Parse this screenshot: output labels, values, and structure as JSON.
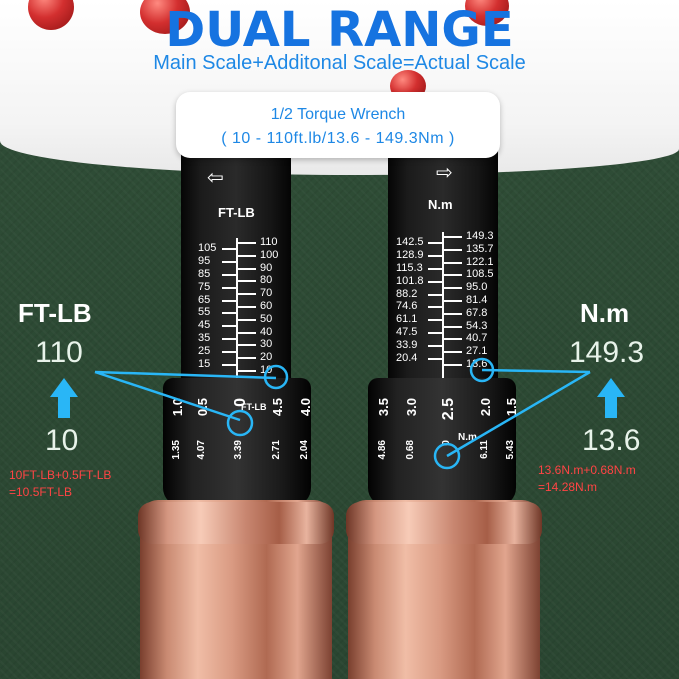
{
  "title": "DUAL RANGE",
  "subtitle": "Main Scale+Additonal Scale=Actual Scale",
  "spec": {
    "line1": "1/2 Torque Wrench",
    "line2": "( 10 - 110ft.lb/13.6 - 149.3Nm )"
  },
  "left_wrench": {
    "unit_label": "FT-LB",
    "scale_left": [
      "105",
      "95",
      "85",
      "75",
      "65",
      "55",
      "45",
      "35",
      "25",
      "15"
    ],
    "scale_right": [
      "110",
      "100",
      "90",
      "80",
      "70",
      "60",
      "50",
      "40",
      "30",
      "20",
      "10"
    ],
    "sleeve_marks": [
      "1.0",
      "0.5",
      "0",
      "4.5",
      "4.0"
    ],
    "sleeve_sub": [
      "1.35",
      "4.07",
      "3.39",
      "2.71",
      "2.04"
    ],
    "sleeve_unit": "FT-LB"
  },
  "right_wrench": {
    "unit_label": "N.m",
    "scale_left": [
      "142.5",
      "128.9",
      "115.3",
      "101.8",
      "88.2",
      "74.6",
      "61.1",
      "47.5",
      "33.9",
      "20.4"
    ],
    "scale_right": [
      "149.3",
      "135.7",
      "122.1",
      "108.5",
      "95.0",
      "81.4",
      "67.8",
      "54.3",
      "40.7",
      "27.1",
      "13.6"
    ],
    "sleeve_marks": [
      "3.5",
      "3.0",
      "2.5",
      "2.0",
      "1.5"
    ],
    "sleeve_sub": [
      "4.86",
      "0.68",
      "0",
      "6.11",
      "5.43"
    ],
    "sleeve_unit": "N.m"
  },
  "left_callout": {
    "unit": "FT-LB",
    "max": "110",
    "min": "10",
    "note_line1": "10FT-LB+0.5FT-LB",
    "note_line2": "=10.5FT-LB"
  },
  "right_callout": {
    "unit": "N.m",
    "max": "149.3",
    "min": "13.6",
    "note_line1": "13.6N.m+0.68N.m",
    "note_line2": "=14.28N.m"
  },
  "colors": {
    "title_blue": "#1673e0",
    "highlight_cyan": "#29b6f6",
    "note_red": "#ff4444",
    "background_green": "#2e4a34"
  },
  "icons": [
    "left-arrow-icon",
    "right-arrow-icon",
    "up-arrow-icon"
  ]
}
